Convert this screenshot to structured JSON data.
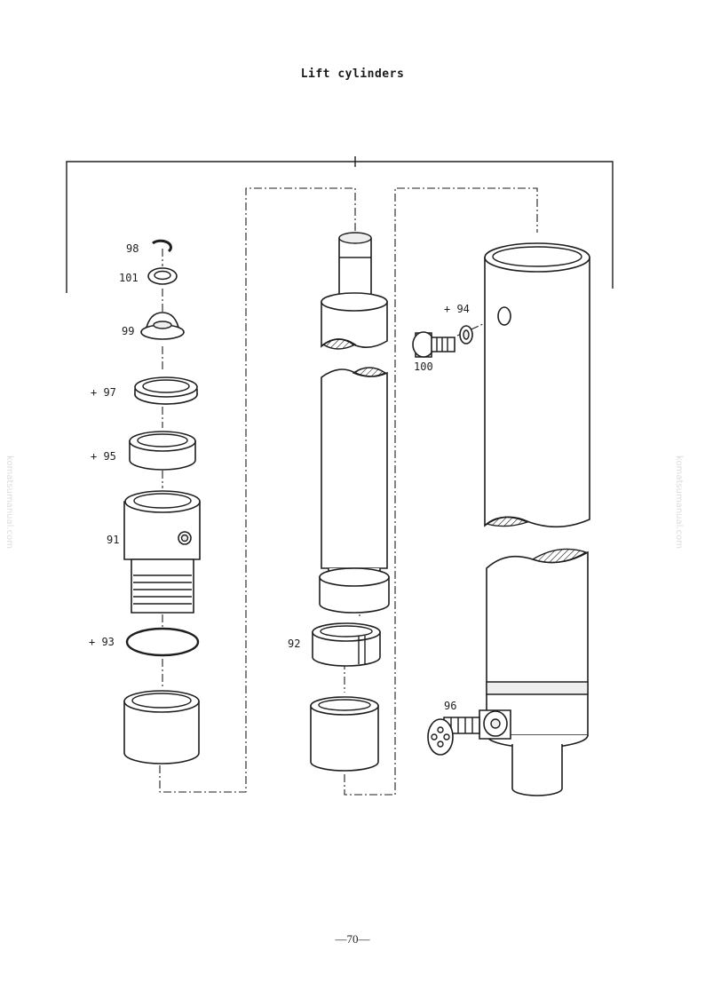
{
  "title": "Lift cylinders",
  "page_number": "—70—",
  "watermark": "komatsumanual.com",
  "callouts": {
    "c98": "98",
    "c101": "101",
    "c99": "99",
    "c97": "+ 97",
    "c95": "+ 95",
    "c91": "91",
    "c93": "+ 93",
    "c92": "92",
    "c94": "+ 94",
    "c100": "100",
    "c96": "96"
  }
}
